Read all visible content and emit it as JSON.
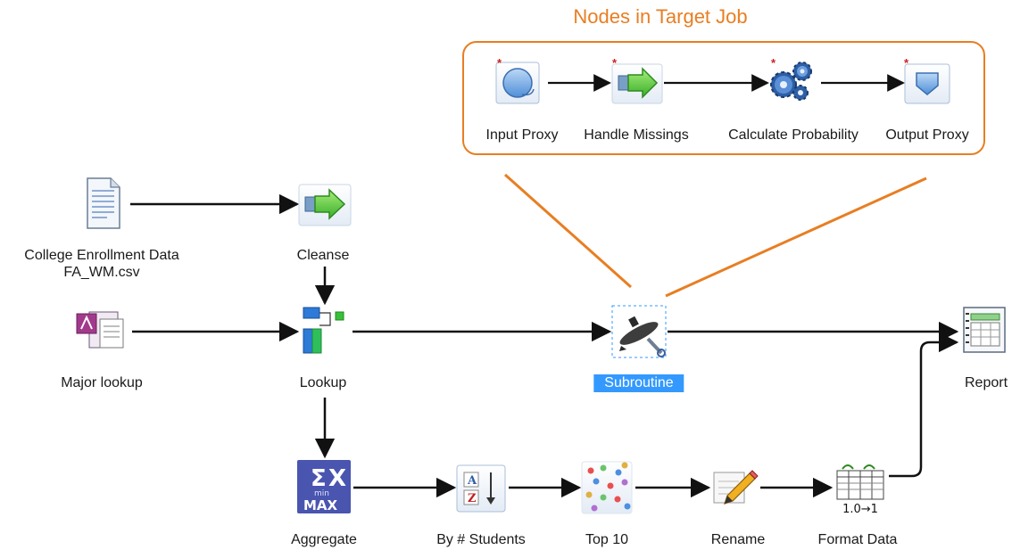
{
  "callout": {
    "title": "Nodes in Target Job",
    "nodes": [
      {
        "id": "input-proxy",
        "label": "Input Proxy",
        "icon": "input-proxy-icon"
      },
      {
        "id": "handle-missings",
        "label": "Handle Missings",
        "icon": "transform-arrow-icon"
      },
      {
        "id": "calculate-probability",
        "label": "Calculate Probability",
        "icon": "gears-icon"
      },
      {
        "id": "output-proxy",
        "label": "Output Proxy",
        "icon": "output-proxy-icon"
      }
    ],
    "marker": "required-asterisk-icon"
  },
  "workflow": {
    "nodes": [
      {
        "id": "college-data",
        "label_line1": "College Enrollment Data",
        "label_line2": "FA_WM.csv",
        "icon": "text-file-icon"
      },
      {
        "id": "major-lookup",
        "label": "Major lookup",
        "icon": "access-db-icon"
      },
      {
        "id": "cleanse",
        "label": "Cleanse",
        "icon": "transform-arrow-icon"
      },
      {
        "id": "lookup",
        "label": "Lookup",
        "icon": "lookup-icon"
      },
      {
        "id": "subroutine",
        "label": "Subroutine",
        "icon": "submarine-icon",
        "selected": true
      },
      {
        "id": "report",
        "label": "Report",
        "icon": "report-icon"
      },
      {
        "id": "aggregate",
        "label": "Aggregate",
        "icon": "sigma-min-max-icon"
      },
      {
        "id": "by-students",
        "label": "By # Students",
        "icon": "sort-az-icon"
      },
      {
        "id": "top10",
        "label": "Top 10",
        "icon": "dots-sample-icon"
      },
      {
        "id": "rename",
        "label": "Rename",
        "icon": "pencil-icon"
      },
      {
        "id": "format-data",
        "label": "Format Data",
        "icon": "format-data-icon",
        "icon_text": "1.0→1"
      }
    ]
  },
  "colors": {
    "accent": "#e87e22",
    "selection": "#3399ff",
    "edge": "#111111",
    "marker": "#cc2222"
  }
}
